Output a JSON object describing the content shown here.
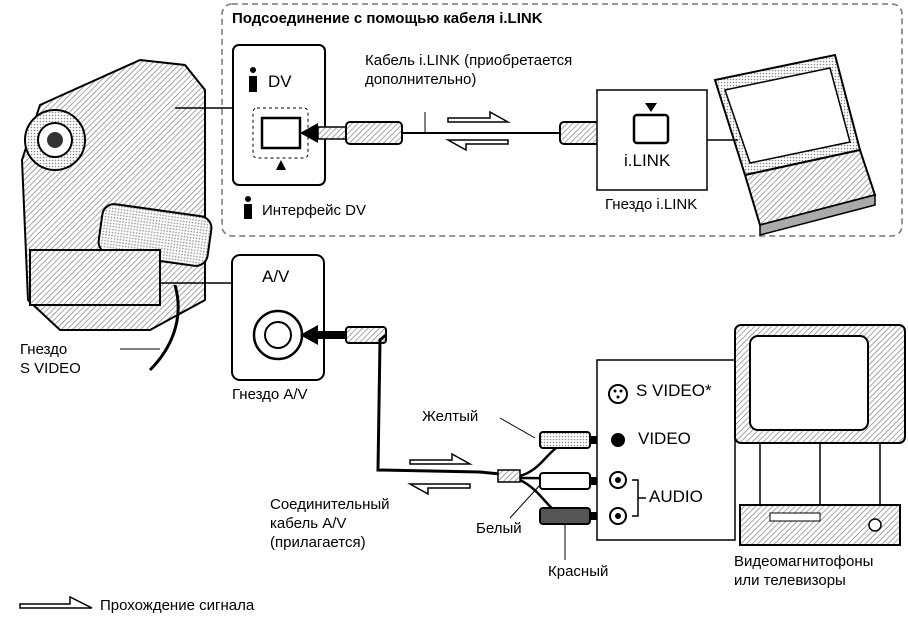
{
  "ilink_section": {
    "title": "Подсоединение с помощью кабеля i.LINK",
    "dv_label": "DV",
    "dv_interface_label": "Интерфейс DV",
    "cable_label_line1": "Кабель i.LINK (приобретается",
    "cable_label_line2": "дополнительно)",
    "port_label": "i.LINK",
    "jack_label": "Гнездо i.LINK"
  },
  "av_section": {
    "av_label": "A/V",
    "av_jack_label": "Гнездо A/V",
    "svideo_jack_line1": "Гнездо",
    "svideo_jack_line2": "S VIDEO",
    "cable_line1": "Соединительный",
    "cable_line2": "кабель A/V",
    "cable_line3": "(прилагается)",
    "yellow": "Желтый",
    "white": "Белый",
    "red": "Красный",
    "svideo_input": "S VIDEO*",
    "video_input": "VIDEO",
    "audio_input": "AUDIO",
    "devices_line1": "Видеомагнитофоны",
    "devices_line2": "или телевизоры"
  },
  "legend": {
    "signal_flow": "Прохождение сигнала"
  },
  "icons": [
    "camcorder-icon",
    "ilink-symbol-icon",
    "vcr-icon",
    "tv-icon",
    "signal-arrow-icon"
  ]
}
